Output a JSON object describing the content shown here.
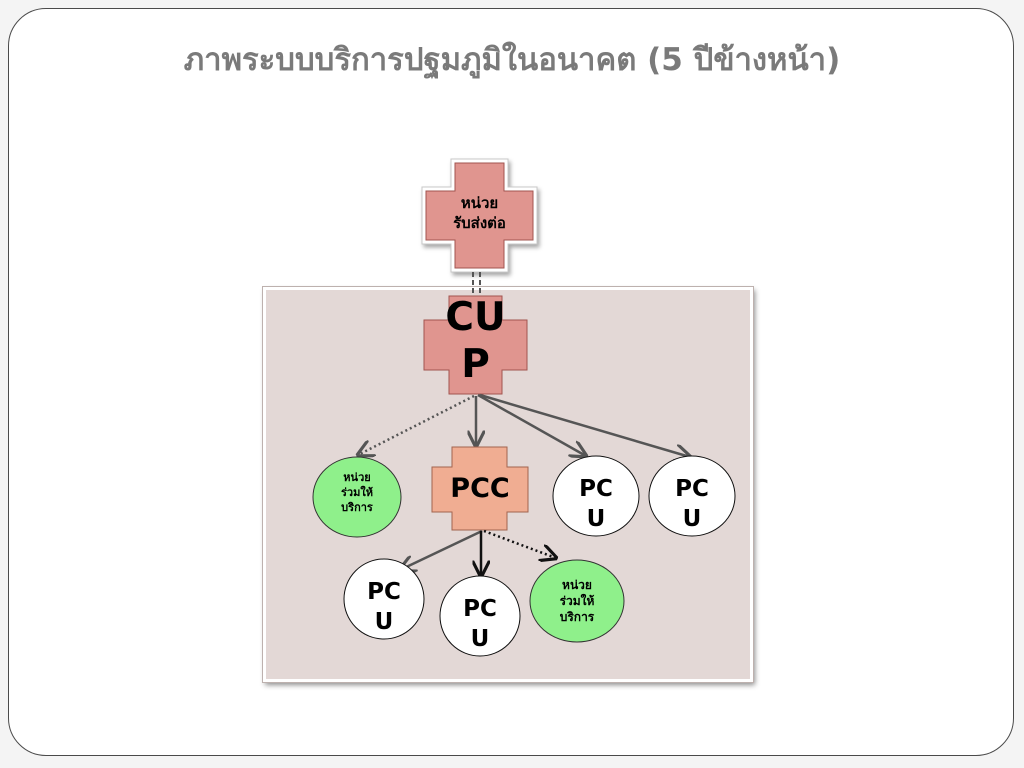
{
  "title": "ภาพระบบบริการปฐมภูมิในอนาคต (5 ปีข้างหน้า)",
  "nodes": {
    "referral": {
      "line1": "หน่วย",
      "line2": "รับส่งต่อ"
    },
    "cup": {
      "line1": "CU",
      "line2": "P"
    },
    "pcc": {
      "label": "PCC"
    },
    "pcu_top_1": {
      "line1": "PC",
      "line2": "U"
    },
    "pcu_top_2": {
      "line1": "PC",
      "line2": "U"
    },
    "pcu_bottom_1": {
      "line1": "PC",
      "line2": "U"
    },
    "pcu_bottom_2": {
      "line1": "PC",
      "line2": "U"
    },
    "partner_left": {
      "line1": "หน่วย",
      "line2": "ร่วมให้",
      "line3": "บริการ"
    },
    "partner_bottom": {
      "line1": "หน่วย",
      "line2": "ร่วมให้",
      "line3": "บริการ"
    }
  },
  "colors": {
    "cross_fill": "#e0958f",
    "cross_stroke": "#a2544f",
    "pcc_fill": "#f0ad92",
    "partner_fill": "#8ff08b",
    "panel_fill": "#e3d8d6",
    "arrow": "#555555"
  }
}
